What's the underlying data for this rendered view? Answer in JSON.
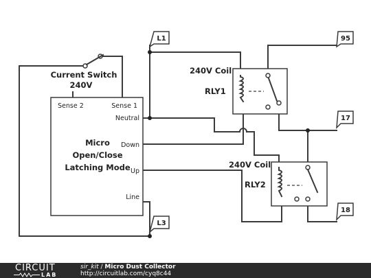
{
  "diagram": {
    "switch_label": "Current Switch",
    "switch_voltage": "240V",
    "controller": {
      "sense1": "Sense 1",
      "sense2": "Sense 2",
      "neutral": "Neutral",
      "down": "Down",
      "up": "Up",
      "line": "Line",
      "title_line1": "Micro",
      "title_line2": "Open/Close",
      "title_line3": "Latching Mode"
    },
    "relay1": {
      "coil_label": "240V Coil",
      "name": "RLY1"
    },
    "relay2": {
      "coil_label": "240V Coil",
      "name": "RLY2"
    },
    "terminals": {
      "l1": "L1",
      "l3": "L3",
      "t95": "95",
      "t17": "17",
      "t18": "18"
    }
  },
  "footer": {
    "logo_top": "CIRCUIT",
    "logo_bottom": "LAB",
    "author": "sir_kit",
    "separator": " / ",
    "project": "Micro Dust Collector",
    "url": "http://circuitlab.com/cyq8c44"
  }
}
